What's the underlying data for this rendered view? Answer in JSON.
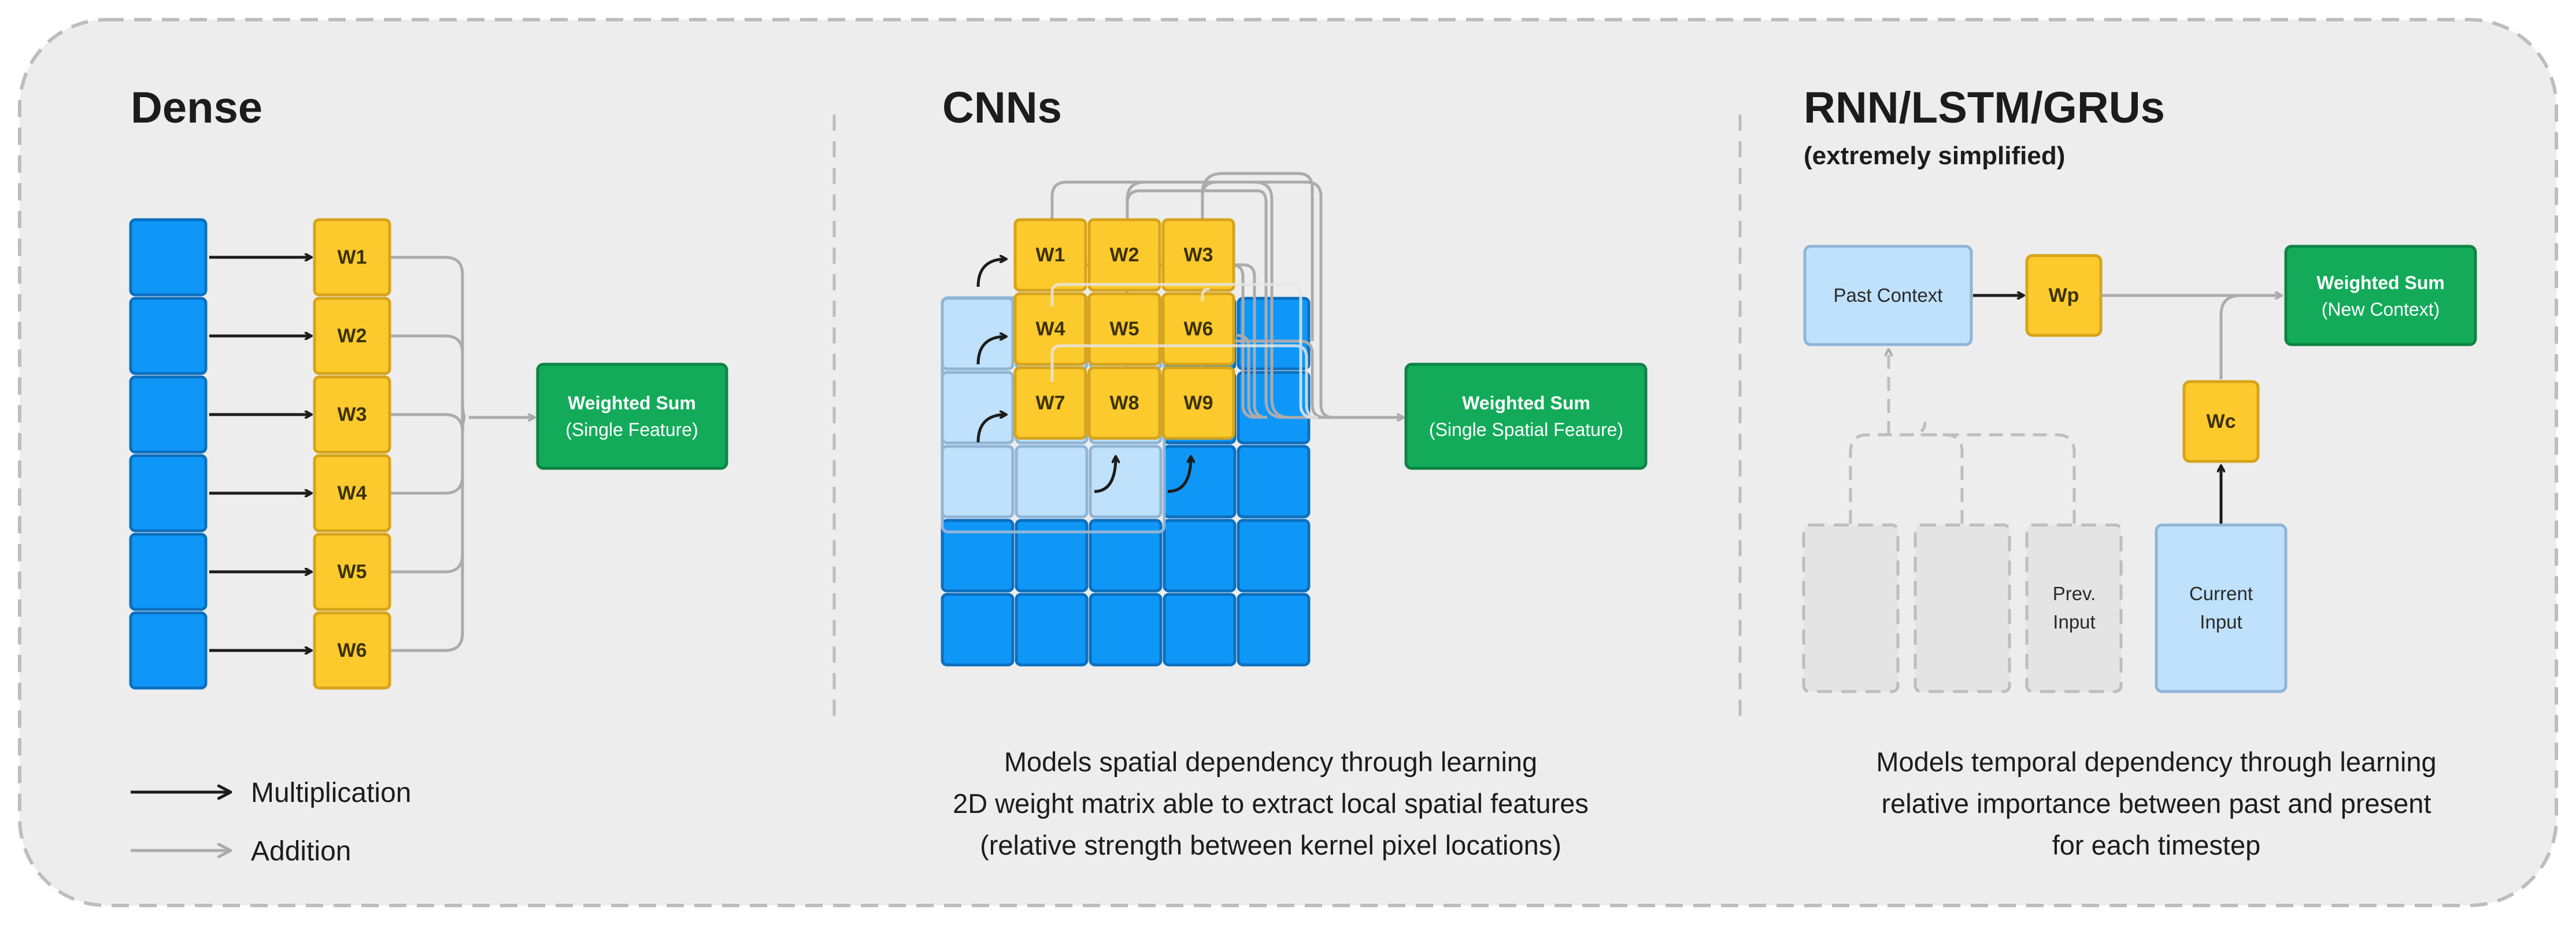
{
  "dense": {
    "title": "Dense",
    "weights": [
      "W1",
      "W2",
      "W3",
      "W4",
      "W5",
      "W6"
    ],
    "output_title": "Weighted Sum",
    "output_subtitle": "(Single Feature)"
  },
  "cnn": {
    "title": "CNNs",
    "kernel": [
      "W1",
      "W2",
      "W3",
      "W4",
      "W5",
      "W6",
      "W7",
      "W8",
      "W9"
    ],
    "output_title": "Weighted Sum",
    "output_subtitle": "(Single Spatial Feature)",
    "caption": [
      "Models spatial dependency through learning",
      "2D weight matrix able to extract local spatial features",
      "(relative strength between kernel pixel locations)"
    ]
  },
  "rnn": {
    "title": "RNN/LSTM/GRUs",
    "subtitle": "(extremely simplified)",
    "past_context": "Past Context",
    "wp": "Wp",
    "wc": "Wc",
    "output_title": "Weighted Sum",
    "output_subtitle": "(New Context)",
    "prev_input": [
      "Prev.",
      "Input"
    ],
    "current_input": [
      "Current",
      "Input"
    ],
    "caption": [
      "Models temporal dependency through learning",
      "relative importance between past and present",
      "for each timestep"
    ]
  },
  "legend": {
    "multiplication": "Multiplication",
    "addition": "Addition"
  },
  "colors": {
    "blue": "#0f97f8",
    "light_blue": "#bfe1fb",
    "yellow": "#fdca2e",
    "green": "#13ab5a",
    "gray_arrow": "#ababab",
    "black_arrow": "#1c1c1c"
  }
}
